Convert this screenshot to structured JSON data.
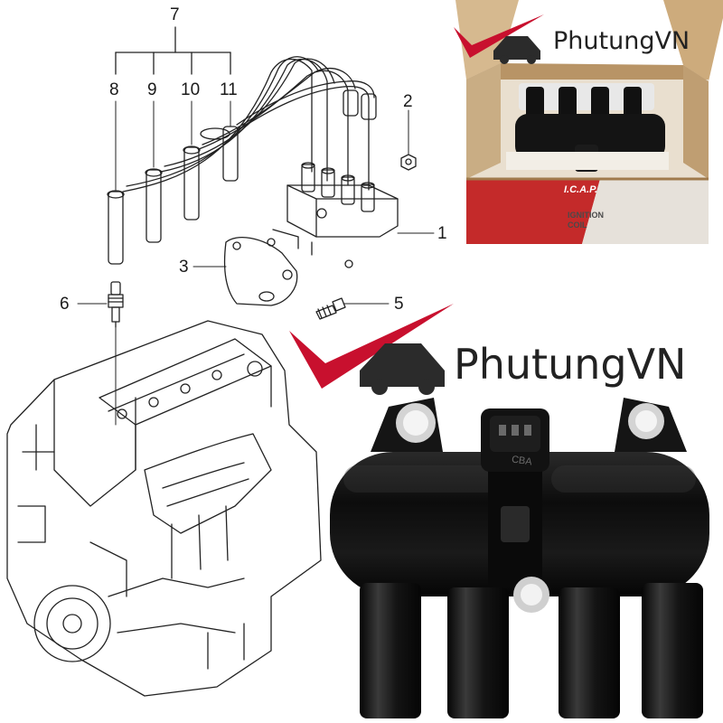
{
  "diagram": {
    "callouts": [
      "1",
      "2",
      "3",
      "5",
      "6",
      "7",
      "8",
      "9",
      "10",
      "11"
    ]
  },
  "watermark": {
    "brand_text": "PhutungVN",
    "logo_colors": {
      "check": "#c8102e",
      "car": "#2b2b2b"
    }
  },
  "box_photo": {
    "brand_label": "I.C.A.P.",
    "product_label_line1": "IGNITION",
    "product_label_line2": "COIL",
    "colors": {
      "box_red": "#c42a2a",
      "cardboard": "#c9a77a"
    }
  },
  "coil_photo": {
    "connector_marking": "CBA",
    "colors": {
      "coil_body": "#141414",
      "bushing": "#cfcfcf"
    }
  }
}
